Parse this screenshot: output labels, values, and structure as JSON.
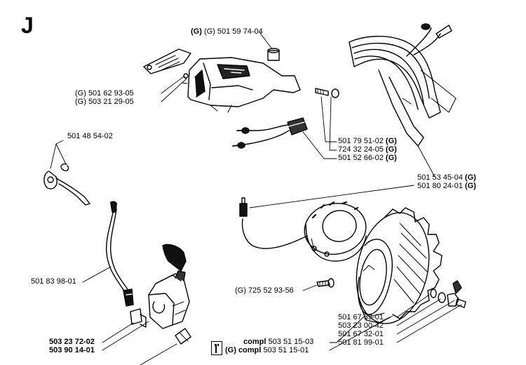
{
  "section_letter": "J",
  "labels": {
    "p1": "(G) 501 59 74-04",
    "p2": "(G) 501 62 93-05",
    "p3": "(G) 503 21 29-05",
    "p4": "501 48 54-02",
    "p5": "501 79 51-02",
    "p6": "724 32 24-05",
    "p7": "501 52 66-02",
    "p8": "501 53 45-04",
    "p9": "501 80 24-01",
    "p10": "501 83 98-01",
    "p11": "(G) 725 52 93-56",
    "p12": "503 23 72-02",
    "p13": "503 90 14-01",
    "p14_prefix": "compl",
    "p14": "503 51 15-03",
    "p15_prefix": "(G) compl",
    "p15": "503 51 15-01",
    "p16": "501 67 35-01",
    "p17": "503 23 00-42",
    "p18": "501 67 32-01",
    "p19": "501 81 99-01",
    "g_suffix": "(G)"
  },
  "icons": [
    "section-letter",
    "tool-icon"
  ]
}
